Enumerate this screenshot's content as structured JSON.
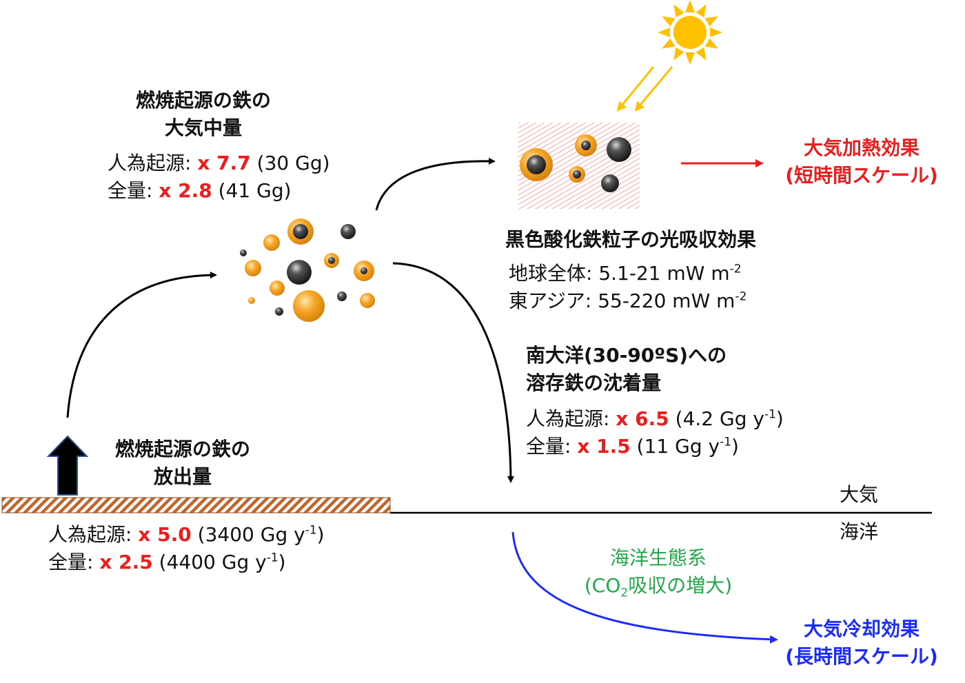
{
  "colors": {
    "orange": "#f29b1c",
    "dark_particle": "#3a3a3a",
    "sun": "#ffc000",
    "heating": "#ee1c1c",
    "cooling": "#1a2bff",
    "ecosystem": "#21a84a",
    "ground": "#c0652b"
  },
  "burden": {
    "title_line1": "燃焼起源の鉄の",
    "title_line2": "大気中量",
    "anthro_label": "人為起源: ",
    "anthro_factor": "x 7.7",
    "anthro_value": " (30 Gg)",
    "total_label": "全量: ",
    "total_factor": "x 2.8",
    "total_value": " (41 Gg)"
  },
  "absorption": {
    "title": "黒色酸化鉄粒子の光吸収効果",
    "global_label": "地球全体: ",
    "global_value": "5.1-21 mW m",
    "global_exp": "-2",
    "asia_label": "東アジア: ",
    "asia_value": "55-220 mW m",
    "asia_exp": "-2"
  },
  "heating": {
    "line1": "大気加熱効果",
    "line2": "(短時間スケール)"
  },
  "deposition": {
    "title_line1": "南大洋(30-90ºS)への",
    "title_line2": "溶存鉄の沈着量",
    "anthro_label": "人為起源: ",
    "anthro_factor": "x 6.5",
    "anthro_value": " (4.2 Gg y",
    "anthro_exp": "-1",
    "anthro_close": ")",
    "total_label": "全量: ",
    "total_factor": "x 1.5",
    "total_value": " (11 Gg y",
    "total_exp": "-1",
    "total_close": ")"
  },
  "emission": {
    "title_line1": "燃焼起源の鉄の",
    "title_line2": "放出量",
    "anthro_label": "人為起源: ",
    "anthro_factor": "x 5.0",
    "anthro_value": " (3400 Gg y",
    "anthro_exp": "-1",
    "anthro_close": ")",
    "total_label": "全量: ",
    "total_factor": "x 2.5",
    "total_value": " (4400 Gg y",
    "total_exp": "-1",
    "total_close": ")"
  },
  "boundary": {
    "atmosphere": "大気",
    "ocean": "海洋"
  },
  "ecosystem": {
    "line1": "海洋生態系",
    "line2_pre": "(CO",
    "line2_sub": "2",
    "line2_post": "吸収の増大)"
  },
  "cooling": {
    "line1": "大気冷却効果",
    "line2": "(長時間スケール)"
  }
}
